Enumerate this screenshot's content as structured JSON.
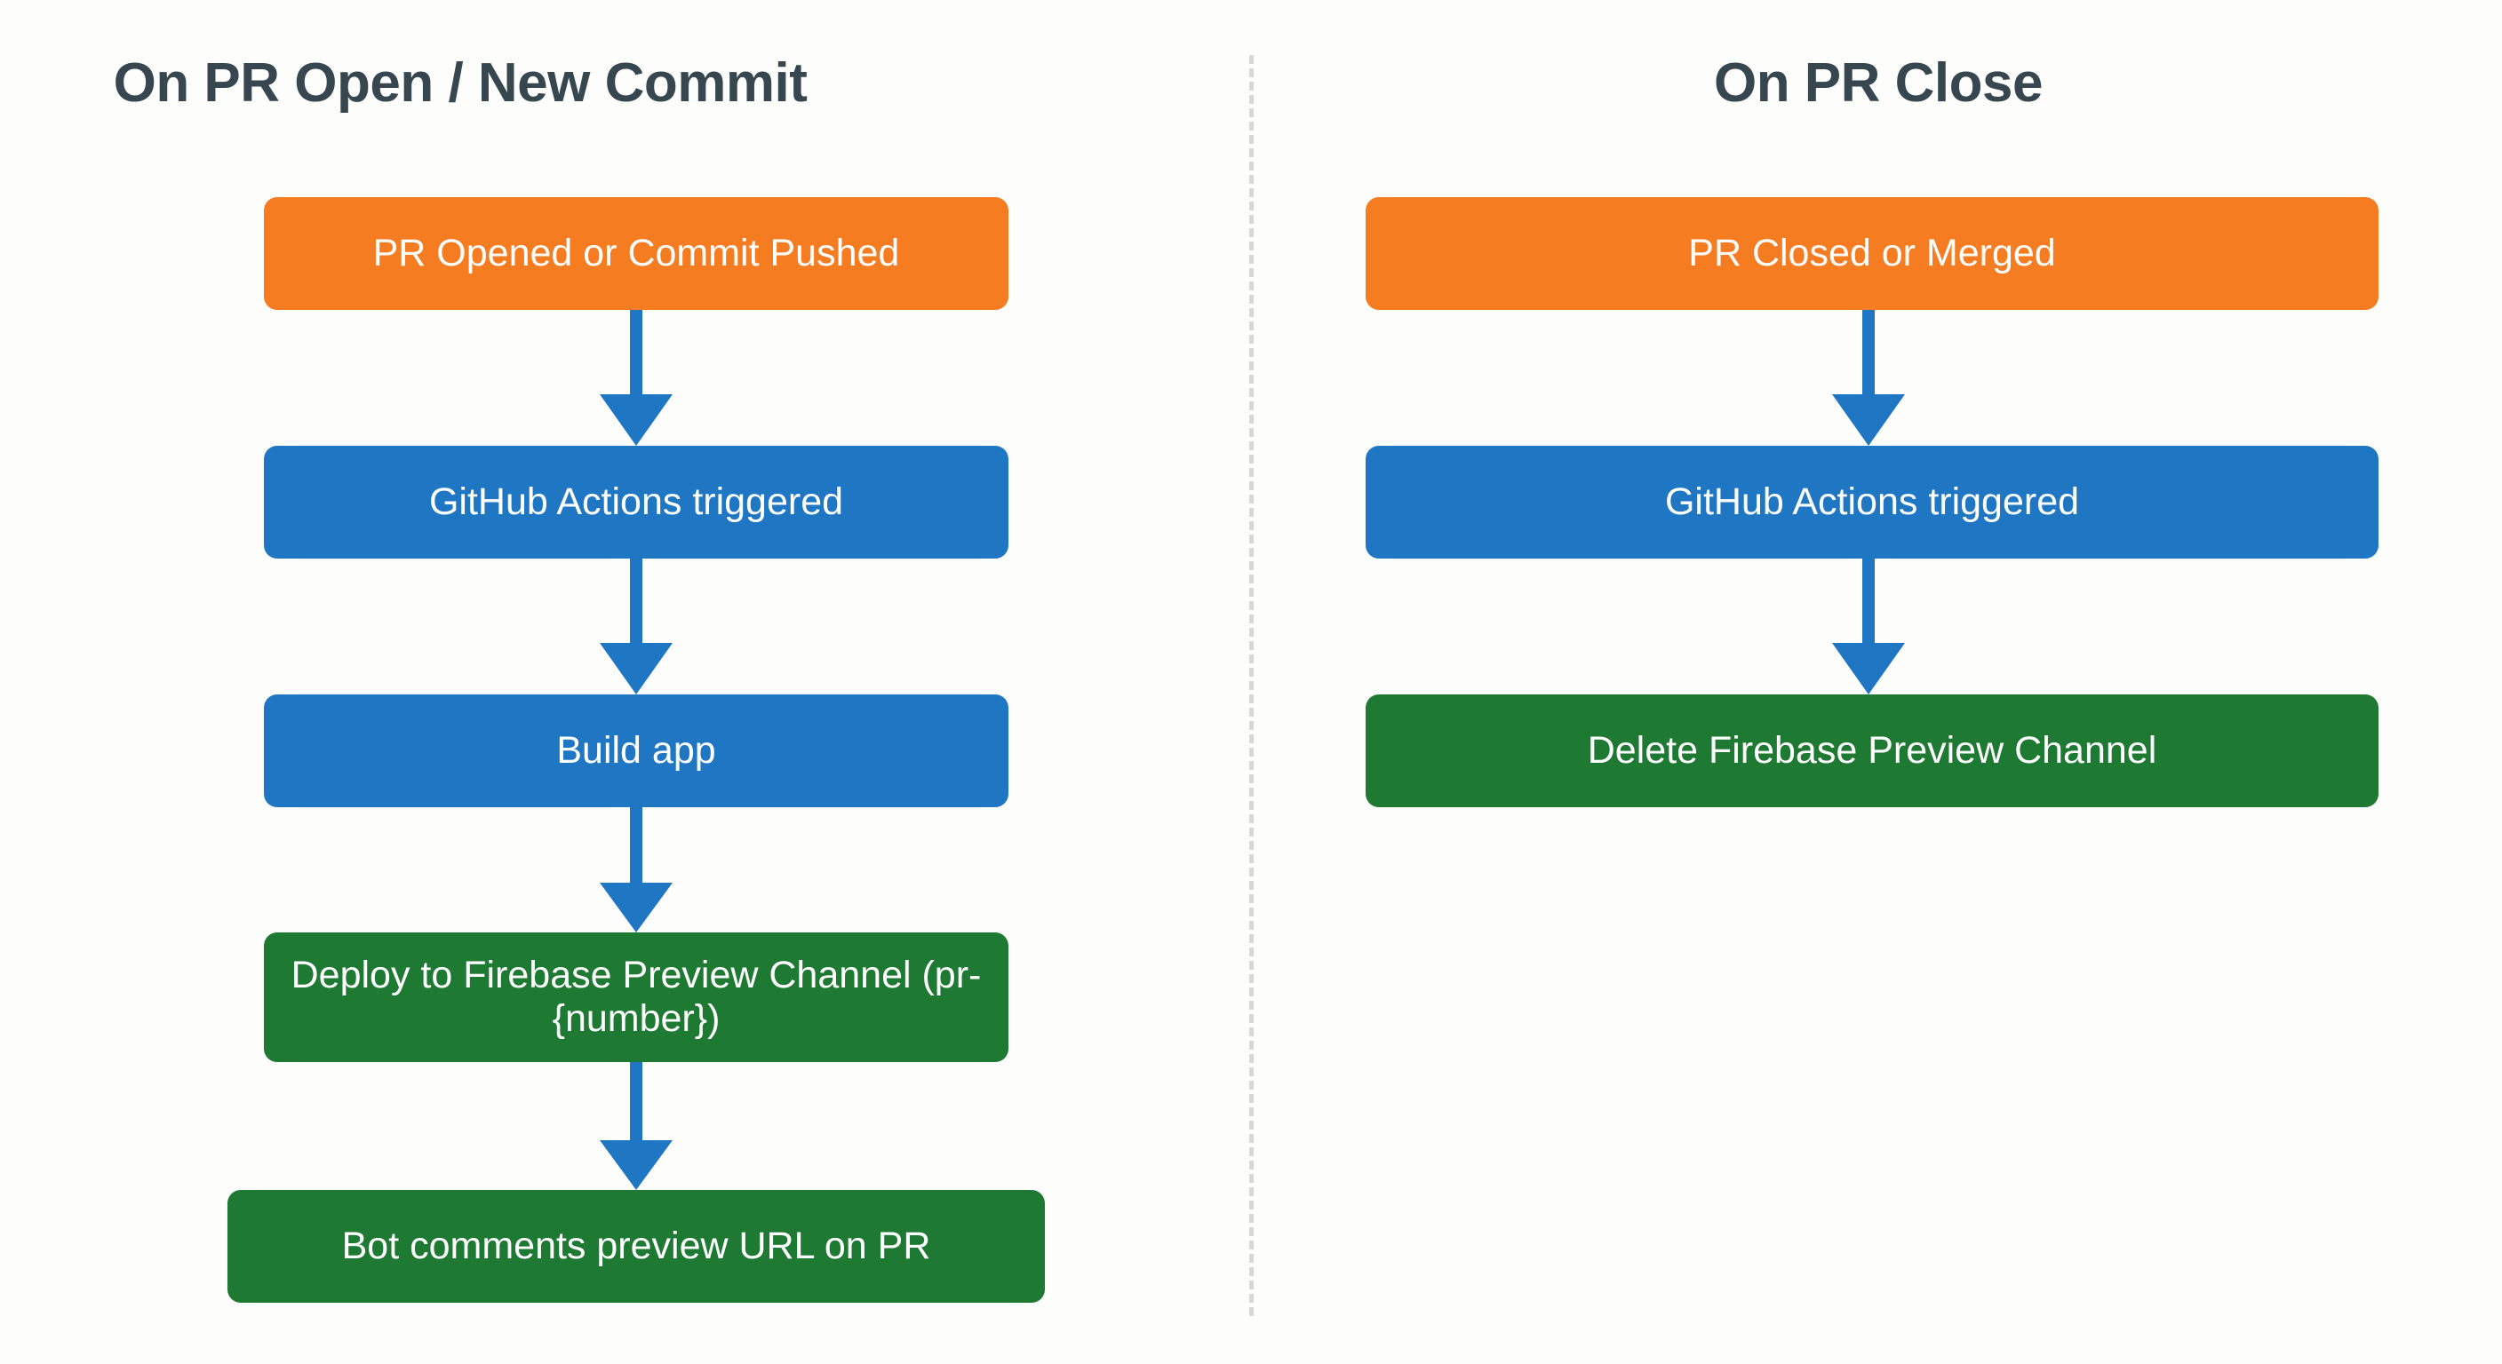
{
  "page": {
    "background_color": "#fdfdfb",
    "divider": {
      "name": "vertical-dashed-divider",
      "color": "#d8d8d8",
      "style": "dashed"
    }
  },
  "palette": {
    "orange": "#f57c20",
    "blue": "#1f77c4",
    "green": "#1e7a33",
    "title_text": "#37474f",
    "node_text": "#ffffff",
    "arrow": "#1f77c4"
  },
  "columns": [
    {
      "id": "on-pr-open",
      "title": "On PR Open / New Commit",
      "nodes": [
        {
          "id": "pr-opened",
          "label": "PR Opened or Commit Pushed",
          "color": "orange"
        },
        {
          "id": "actions-triggered",
          "label": "GitHub Actions triggered",
          "color": "blue"
        },
        {
          "id": "build-app",
          "label": "Build app",
          "color": "blue"
        },
        {
          "id": "deploy-preview",
          "label": "Deploy to Firebase Preview Channel (pr-{number})",
          "color": "green"
        },
        {
          "id": "bot-comment",
          "label": "Bot comments preview URL on PR",
          "color": "green"
        }
      ],
      "arrows": [
        {
          "id": "arrow-1",
          "from": "pr-opened",
          "to": "actions-triggered"
        },
        {
          "id": "arrow-2",
          "from": "actions-triggered",
          "to": "build-app"
        },
        {
          "id": "arrow-3",
          "from": "build-app",
          "to": "deploy-preview"
        },
        {
          "id": "arrow-4",
          "from": "deploy-preview",
          "to": "bot-comment"
        }
      ]
    },
    {
      "id": "on-pr-close",
      "title": "On PR Close",
      "nodes": [
        {
          "id": "pr-closed",
          "label": "PR Closed or Merged",
          "color": "orange"
        },
        {
          "id": "actions-triggered2",
          "label": "GitHub Actions triggered",
          "color": "blue"
        },
        {
          "id": "delete-preview",
          "label": "Delete Firebase Preview Channel",
          "color": "green"
        }
      ],
      "arrows": [
        {
          "id": "arrow-1",
          "from": "pr-closed",
          "to": "actions-triggered2"
        },
        {
          "id": "arrow-2",
          "from": "actions-triggered2",
          "to": "delete-preview"
        }
      ]
    }
  ]
}
